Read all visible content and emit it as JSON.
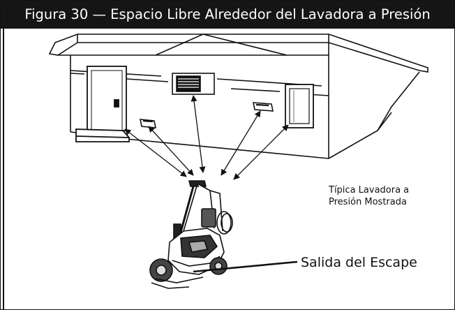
{
  "figure": {
    "title": "Figura 30 — Espacio Libre Alrededor del Lavadora a Presión",
    "note_line1": "Típica Lavadora a",
    "note_line2": "Presión Mostrada",
    "exhaust_label": "Salida del Escape"
  },
  "colors": {
    "title_background": "#151515",
    "title_text": "#ffffff",
    "line": "#111111"
  }
}
